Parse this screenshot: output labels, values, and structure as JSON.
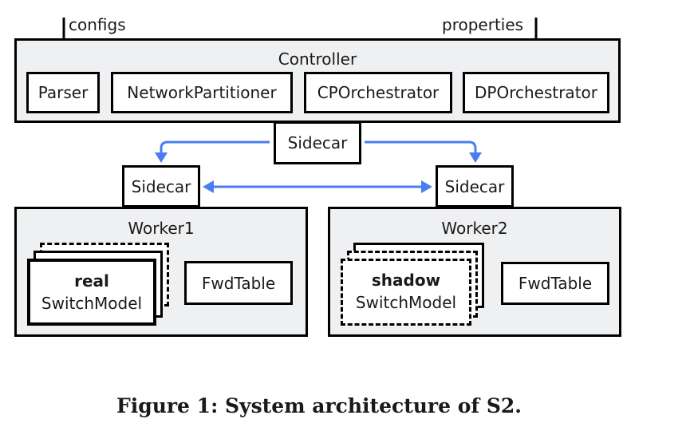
{
  "inputs": {
    "configs": "configs",
    "properties": "properties"
  },
  "controller": {
    "title": "Controller",
    "modules": [
      "Parser",
      "NetworkPartitioner",
      "CPOrchestrator",
      "DPOrchestrator"
    ],
    "sidecar": "Sidecar"
  },
  "workers": [
    {
      "sidecar": "Sidecar",
      "title": "Worker1",
      "switch_mode": "real",
      "switch_label": "SwitchModel",
      "table": "FwdTable"
    },
    {
      "sidecar": "Sidecar",
      "title": "Worker2",
      "switch_mode": "shadow",
      "switch_label": "SwitchModel",
      "table": "FwdTable"
    }
  ],
  "colors": {
    "arrow_blue": "#4a7ef0",
    "panel_fill": "#eff0f2"
  },
  "caption": "Figure 1: System architecture of S2."
}
